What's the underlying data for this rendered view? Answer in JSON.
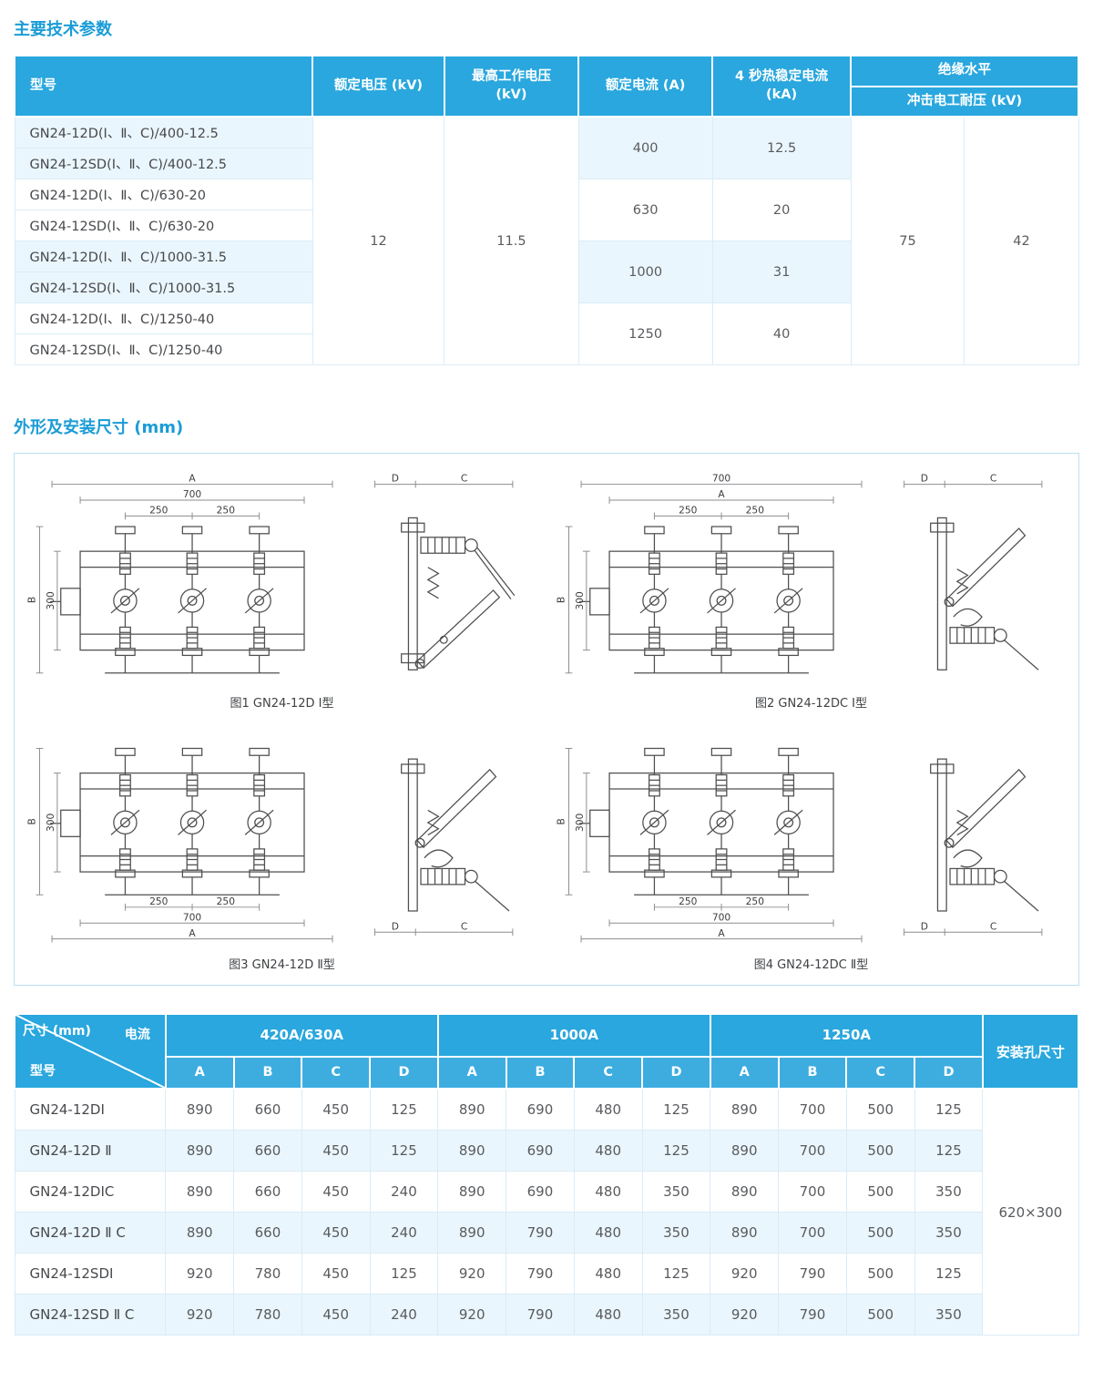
{
  "sections": {
    "params_title": "主要技术参数",
    "dims_title": "外形及安装尺寸 (mm)"
  },
  "spec_table": {
    "col_model": "型号",
    "col_rated_voltage": "额定电压 (kV)",
    "col_max_voltage": "最高工作电压\n(kV)",
    "col_rated_current": "额定电流 (A)",
    "col_thermal": "4 秒热稳定电流\n(kA)",
    "col_insulation": "绝缘水平",
    "col_impulse": "冲击电工耐压 (kV)",
    "rated_voltage": "12",
    "max_voltage": "11.5",
    "insulation_a": "75",
    "insulation_b": "42",
    "groups": [
      {
        "model_d": "GN24-12D(Ⅰ、Ⅱ、C)/400-12.5",
        "model_sd": "GN24-12SD(Ⅰ、Ⅱ、C)/400-12.5",
        "current": "400",
        "thermal": "12.5"
      },
      {
        "model_d": "GN24-12D(Ⅰ、Ⅱ、C)/630-20",
        "model_sd": "GN24-12SD(Ⅰ、Ⅱ、C)/630-20",
        "current": "630",
        "thermal": "20"
      },
      {
        "model_d": "GN24-12D(Ⅰ、Ⅱ、C)/1000-31.5",
        "model_sd": "GN24-12SD(Ⅰ、Ⅱ、C)/1000-31.5",
        "current": "1000",
        "thermal": "31"
      },
      {
        "model_d": "GN24-12D(Ⅰ、Ⅱ、C)/1250-40",
        "model_sd": "GN24-12SD(Ⅰ、Ⅱ、C)/1250-40",
        "current": "1250",
        "thermal": "40"
      }
    ]
  },
  "drawings": {
    "captions": [
      "图1 GN24-12D Ⅰ型",
      "图2 GN24-12DC Ⅰ型",
      "图3 GN24-12D Ⅱ型",
      "图4 GN24-12DC Ⅱ型"
    ],
    "dims": {
      "A": "A",
      "B": "B",
      "C": "C",
      "D": "D",
      "w700": "700",
      "w250": "250",
      "h300": "300"
    }
  },
  "dim_table": {
    "corner_size": "尺寸 (mm)",
    "corner_current": "电流",
    "corner_model": "型号",
    "group_labels": [
      "420A/630A",
      "1000A",
      "1250A"
    ],
    "sub_cols": [
      "A",
      "B",
      "C",
      "D"
    ],
    "mount_label": "安装孔尺寸",
    "mount_value": "620×300",
    "rows": [
      {
        "model": "GN24-12DI",
        "v": [
          "890",
          "660",
          "450",
          "125",
          "890",
          "690",
          "480",
          "125",
          "890",
          "700",
          "500",
          "125"
        ]
      },
      {
        "model": "GN24-12D Ⅱ",
        "v": [
          "890",
          "660",
          "450",
          "125",
          "890",
          "690",
          "480",
          "125",
          "890",
          "700",
          "500",
          "125"
        ]
      },
      {
        "model": "GN24-12DIC",
        "v": [
          "890",
          "660",
          "450",
          "240",
          "890",
          "690",
          "480",
          "350",
          "890",
          "700",
          "500",
          "350"
        ]
      },
      {
        "model": "GN24-12D Ⅱ C",
        "v": [
          "890",
          "660",
          "450",
          "240",
          "890",
          "790",
          "480",
          "350",
          "890",
          "700",
          "500",
          "350"
        ]
      },
      {
        "model": "GN24-12SDI",
        "v": [
          "920",
          "780",
          "450",
          "125",
          "920",
          "790",
          "480",
          "125",
          "920",
          "790",
          "500",
          "125"
        ]
      },
      {
        "model": "GN24-12SD Ⅱ C",
        "v": [
          "920",
          "780",
          "450",
          "240",
          "920",
          "790",
          "480",
          "350",
          "920",
          "790",
          "500",
          "350"
        ]
      }
    ]
  }
}
